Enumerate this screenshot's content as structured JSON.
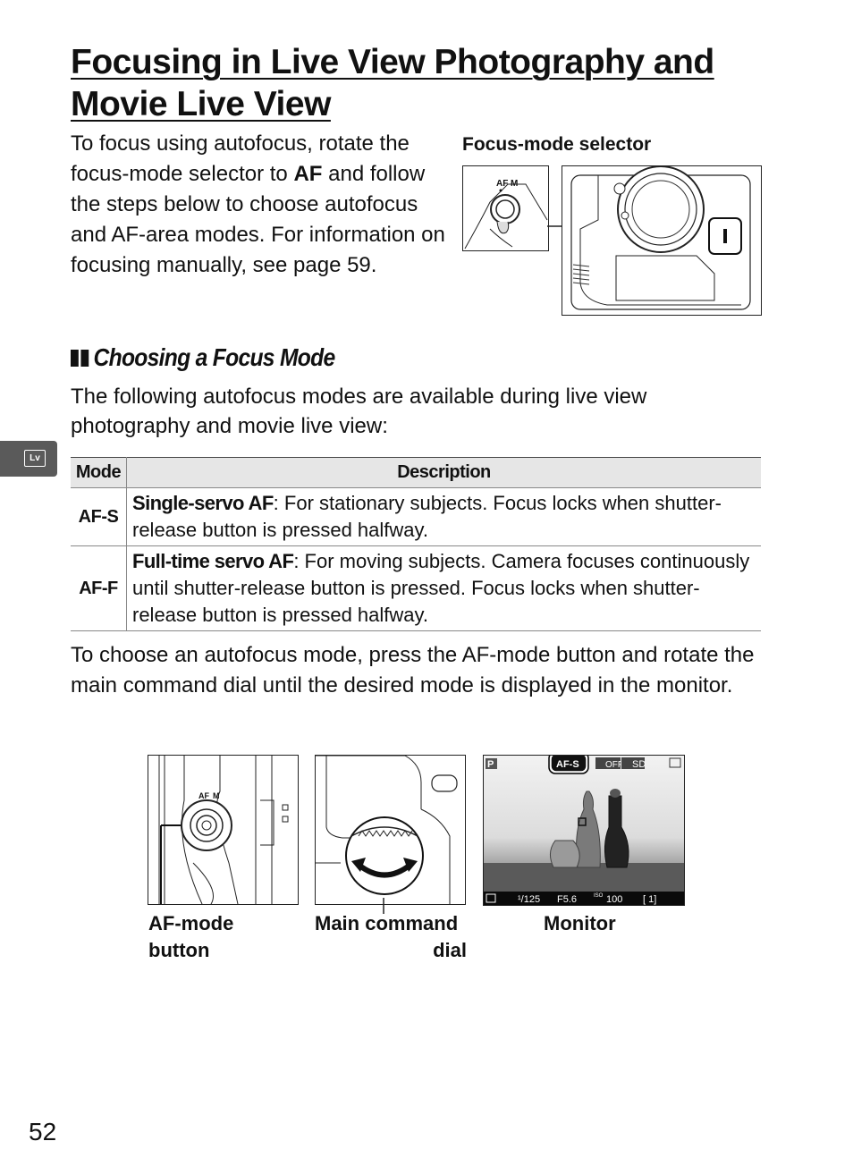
{
  "page": {
    "title_line1": "Focusing in Live View Photography and",
    "title_line2": "Movie Live View",
    "intro_part1": "To focus using autofocus, rotate the focus-mode selector to ",
    "intro_af": "AF",
    "intro_part2": " and follow the steps below to choose autofocus and AF-area modes.  For information on focusing manually, see page 59.",
    "selector_caption": "Focus-mode selector",
    "selector_af_label": "AF",
    "selector_m_label": "M",
    "section_heading": "Choosing a Focus Mode",
    "section_para": "The following autofocus modes are available during live view photography and movie live view:",
    "side_tab_icon": "Lv",
    "page_number": "52"
  },
  "table": {
    "header_mode": "Mode",
    "header_description": "Description",
    "rows": [
      {
        "mode": "AF-S",
        "term": "Single-servo AF",
        "text": ": For stationary subjects.  Focus locks when shutter-release button is pressed halfway."
      },
      {
        "mode": "AF-F",
        "term": "Full-time servo AF",
        "text": ": For moving subjects.  Camera focuses continuously until shutter-release button is pressed.  Focus locks when shutter-release button is pressed halfway."
      }
    ]
  },
  "instruction": "To choose an autofocus mode, press the AF-mode button and rotate the main command dial until the desired mode is displayed in the monitor.",
  "figures": {
    "af_button_caption_1": "AF-mode",
    "af_button_caption_2": "button",
    "dial_caption_1": "Main command",
    "dial_caption_2": "dial",
    "monitor_caption": "Monitor",
    "button_af_label": "AF",
    "button_m_label": "M"
  },
  "monitor": {
    "mode": "P",
    "af_mode": "AF-S",
    "top_icons": "OFF",
    "card": "SD",
    "shutter": "¹/125",
    "aperture": "F5.6",
    "iso_label": "ISO",
    "iso": "100",
    "frames": "[    1]"
  }
}
